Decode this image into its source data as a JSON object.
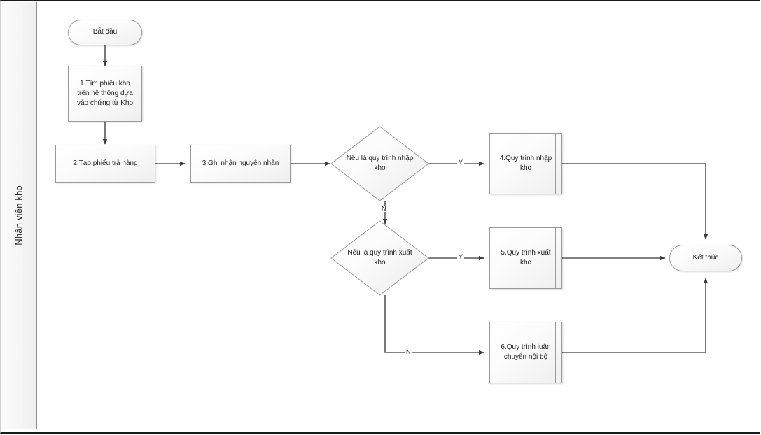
{
  "diagram": {
    "type": "flowchart",
    "lane": {
      "label": "Nhân viên kho"
    },
    "nodes": {
      "start": {
        "id": "start",
        "shape": "terminator",
        "label": "Bắt đầu"
      },
      "step1": {
        "id": "step1",
        "shape": "process",
        "label": "1.Tìm phiếu kho trên hệ thống dựa vào chứng từ Kho"
      },
      "step2": {
        "id": "step2",
        "shape": "process",
        "label": "2.Tạo phiếu trả hàng"
      },
      "step3": {
        "id": "step3",
        "shape": "process",
        "label": "3.Ghi nhận nguyên nhân"
      },
      "dec1": {
        "id": "dec1",
        "shape": "decision",
        "label": "Nếu là quy trình nhập kho"
      },
      "dec2": {
        "id": "dec2",
        "shape": "decision",
        "label": "Nếu là quy trình xuất kho"
      },
      "step4": {
        "id": "step4",
        "shape": "predefined-process",
        "label": "4.Quy trình nhập kho"
      },
      "step5": {
        "id": "step5",
        "shape": "predefined-process",
        "label": "5.Quy trình xuất kho"
      },
      "step6": {
        "id": "step6",
        "shape": "predefined-process",
        "label": "6.Quy trình luân chuyển nội bộ"
      },
      "end": {
        "id": "end",
        "shape": "terminator",
        "label": "Kết thúc"
      }
    },
    "edge_labels": {
      "dec1_yes": "Y",
      "dec1_no": "N",
      "dec2_yes": "Y",
      "dec2_no": "N"
    },
    "colors": {
      "shape_stroke": "#9a9a9a",
      "connector": "#585858",
      "text": "#1c1c1c",
      "lane_band": "#f4f4f4",
      "frame": "#1a1a1a"
    }
  }
}
